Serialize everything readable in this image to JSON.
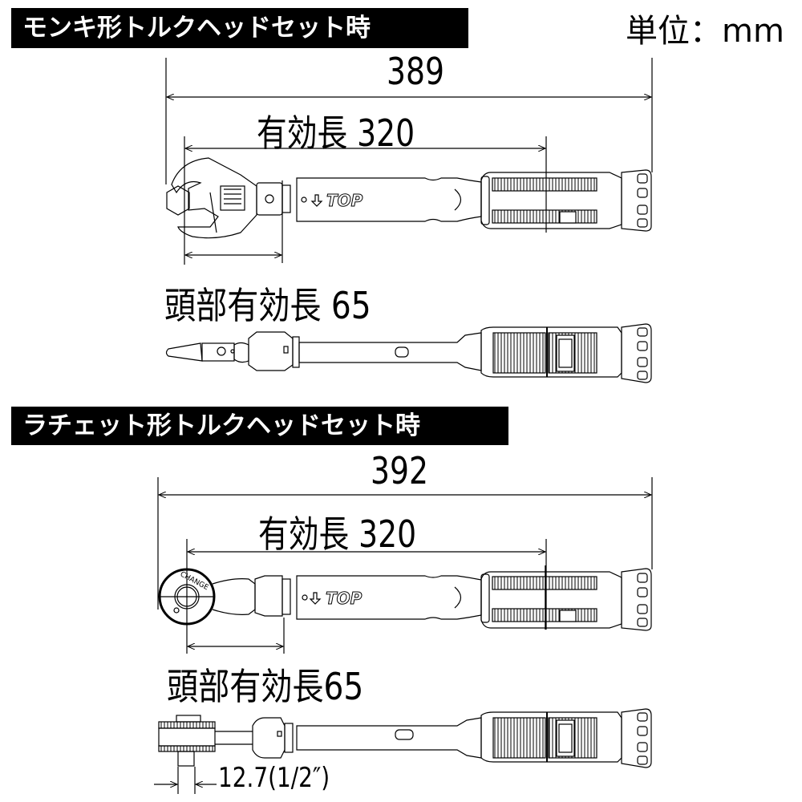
{
  "unit_label": "単位：mm",
  "sections": [
    {
      "title": "モンキ形トルクヘッドセット時",
      "overall_length": "389",
      "effective_length": "有効長 320",
      "head_effective_length": "頭部有効長 65",
      "brand": "TOP",
      "head_type": "adjustable-wrench-head"
    },
    {
      "title": "ラチェット形トルクヘッドセット時",
      "overall_length": "392",
      "effective_length": "有効長 320",
      "head_effective_length": "頭部有効長65",
      "brand": "TOP",
      "head_type": "ratchet-head",
      "ratchet_label": "CHANGE",
      "drive_size": "12.7(1/2″)"
    }
  ],
  "colors": {
    "background": "#ffffff",
    "ink": "#000000",
    "banner_bg": "#000000",
    "banner_text": "#ffffff"
  }
}
